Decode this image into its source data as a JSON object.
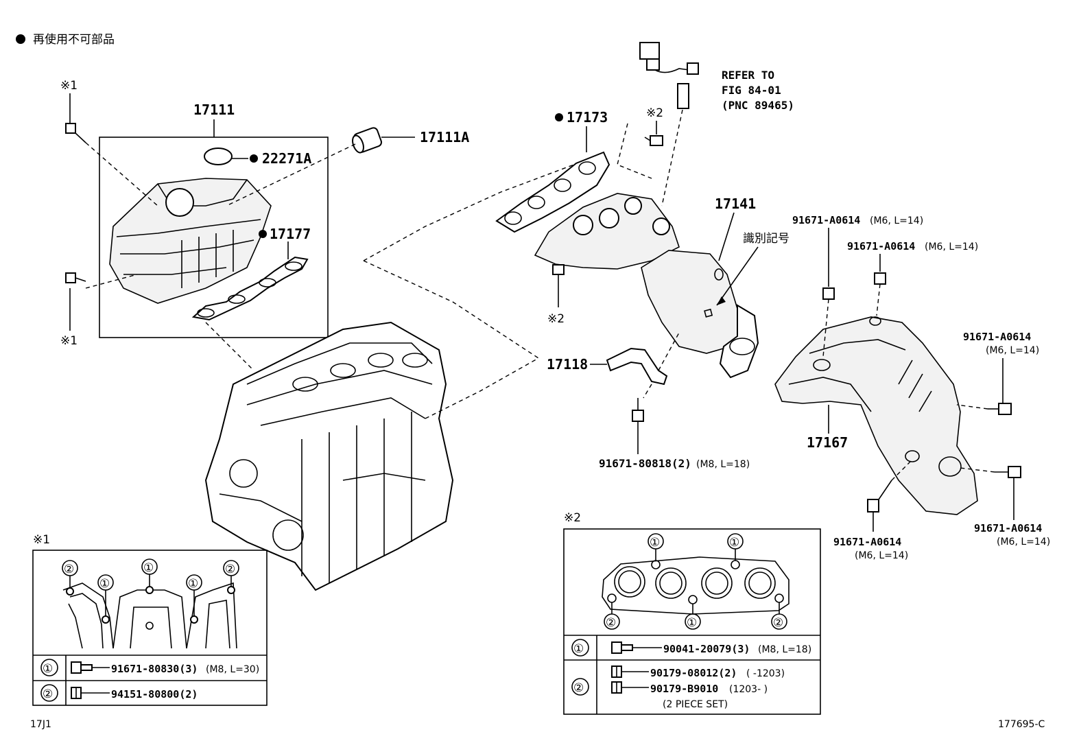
{
  "header": {
    "legend_text": "再使用不可部品"
  },
  "footer": {
    "left_code": "17J1",
    "right_code": "177695-C"
  },
  "callouts": {
    "intake_manifold": "17111",
    "o_ring": "22271A",
    "sleeve": "17111A",
    "intake_gasket": "17177",
    "exhaust_gasket": "17173",
    "exhaust_manifold": "17141",
    "stay": "17118",
    "heat_insulator": "17167",
    "id_mark": "識別記号",
    "refer_line1": "REFER TO",
    "refer_line2": "FIG 84-01",
    "refer_line3": "(PNC 89465)",
    "ref_mark1": "※1",
    "ref_mark2": "※2",
    "bolt_stay": "91671-80818(2)",
    "bolt_stay_spec": "(M8, L=18)",
    "bolt_a0614": "91671-A0614",
    "spec_m6": "(M6, L=14)"
  },
  "table1": {
    "title": "※1",
    "rows": [
      {
        "marker": "①",
        "part": "91671-80830(3)",
        "spec": "(M8, L=30)"
      },
      {
        "marker": "②",
        "part": "94151-80800(2)",
        "spec": ""
      }
    ],
    "markers": [
      "②",
      "①",
      "①",
      "①",
      "②"
    ]
  },
  "table2": {
    "title": "※2",
    "rows": [
      {
        "marker": "①",
        "part": "90041-20079(3)",
        "spec": "(M8, L=18)"
      },
      {
        "marker": "②",
        "part": "90179-08012(2)",
        "spec": "(    -1203)",
        "part2": "90179-B9010",
        "spec2": "(1203-    )",
        "note": "(2 PIECE SET)"
      }
    ],
    "markers_top": [
      "①",
      "①"
    ],
    "markers_bottom": [
      "②",
      "①",
      "②"
    ]
  }
}
